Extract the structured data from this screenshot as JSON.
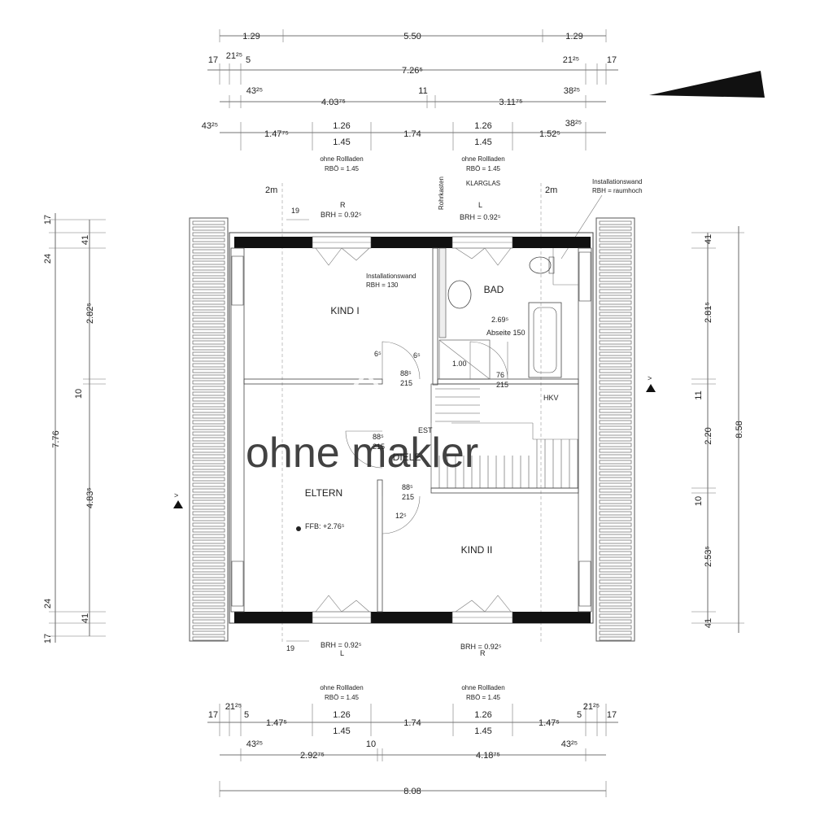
{
  "top_dims": {
    "row1": [
      "1.29",
      "5.50",
      "1.29"
    ],
    "row2": [
      "17",
      "21²⁵",
      "5",
      "7.26⁵",
      "21²⁵",
      "17"
    ],
    "row3": [
      "43²⁵",
      "4.03⁷⁵",
      "11",
      "3.11⁷⁵",
      "38²⁵"
    ],
    "row4_top": [
      "1.26",
      "1.26"
    ],
    "row4": [
      "43²⁵",
      "1.47⁷⁵",
      "1.45",
      "1.74",
      "1.45",
      "1.52⁵",
      "38²⁵"
    ]
  },
  "bottom_dims": {
    "row1_top": [
      "1.26",
      "1.26"
    ],
    "row1": [
      "17",
      "21²⁵",
      "5",
      "1.47⁵",
      "1.45",
      "1.74",
      "1.45",
      "1.47⁵",
      "5",
      "21²⁵",
      "17"
    ],
    "row2": [
      "43²⁵",
      "2.92⁷⁵",
      "10",
      "4.18⁷⁵",
      "43²⁵"
    ],
    "row3": [
      "8.08"
    ]
  },
  "left_dims": {
    "outer": [
      "17",
      "24",
      "7.76",
      "24",
      "17"
    ],
    "inner": [
      "41",
      "2.82⁵",
      "10",
      "4.83⁵",
      "41"
    ]
  },
  "right_dims": {
    "inner": [
      "41",
      "2.81⁵",
      "11",
      "2.20",
      "10",
      "2.53⁵",
      "41"
    ],
    "outer": [
      "8.58"
    ]
  },
  "notes": {
    "rolladen_top_left": [
      "ohne Rollladen",
      "RBÖ = 1.45"
    ],
    "rolladen_top_right": [
      "ohne Rollladen",
      "RBÖ = 1.45",
      "KLARGLAS"
    ],
    "install_wall_right": [
      "Installationswand",
      "RBH = raumhoch"
    ],
    "install_wall_bad": [
      "Installationswand",
      "RBH = 130"
    ],
    "rohrkasten": "Rohrkasten",
    "rolladen_bottom_left": [
      "ohne Rollladen",
      "RBÖ = 1.45"
    ],
    "rolladen_bottom_right": [
      "ohne Rollladen",
      "RBÖ = 1.45"
    ]
  },
  "windows": {
    "top_left": {
      "side": "R",
      "brh": "BRH = 0.92⁵"
    },
    "top_right": {
      "side": "L",
      "brh": "BRH = 0.92⁵"
    },
    "bottom_left": {
      "side": "L",
      "brh": "BRH = 0.92⁵"
    },
    "bottom_right": {
      "side": "R",
      "brh": "BRH = 0.92⁵"
    },
    "offset_top": "19",
    "offset_bottom": "19"
  },
  "roof_marks": {
    "left": "2m",
    "right": "2m"
  },
  "rooms": {
    "kind1": "KIND I",
    "bad": "BAD",
    "eltern": "ELTERN",
    "kind2": "KIND II",
    "diele": "DIELE",
    "est": "EST",
    "hkv": "HKV"
  },
  "doors": {
    "kind1": [
      "88⁵",
      "215"
    ],
    "bad": [
      "76",
      "215"
    ],
    "eltern": [
      "88⁵",
      "215"
    ],
    "kind2": [
      "88⁵",
      "215"
    ],
    "step_a": "6⁵",
    "step_b": "6⁵",
    "step_c": "12⁵"
  },
  "bad_details": {
    "dim": "2.69⁵",
    "absetz": "Abseite 150",
    "shower": "1.00"
  },
  "ffb": "FFB: +2.76⁵",
  "watermark": "ohne makler",
  "colors": {
    "wall": "#111111",
    "roof": "#777777",
    "line": "#444444"
  }
}
